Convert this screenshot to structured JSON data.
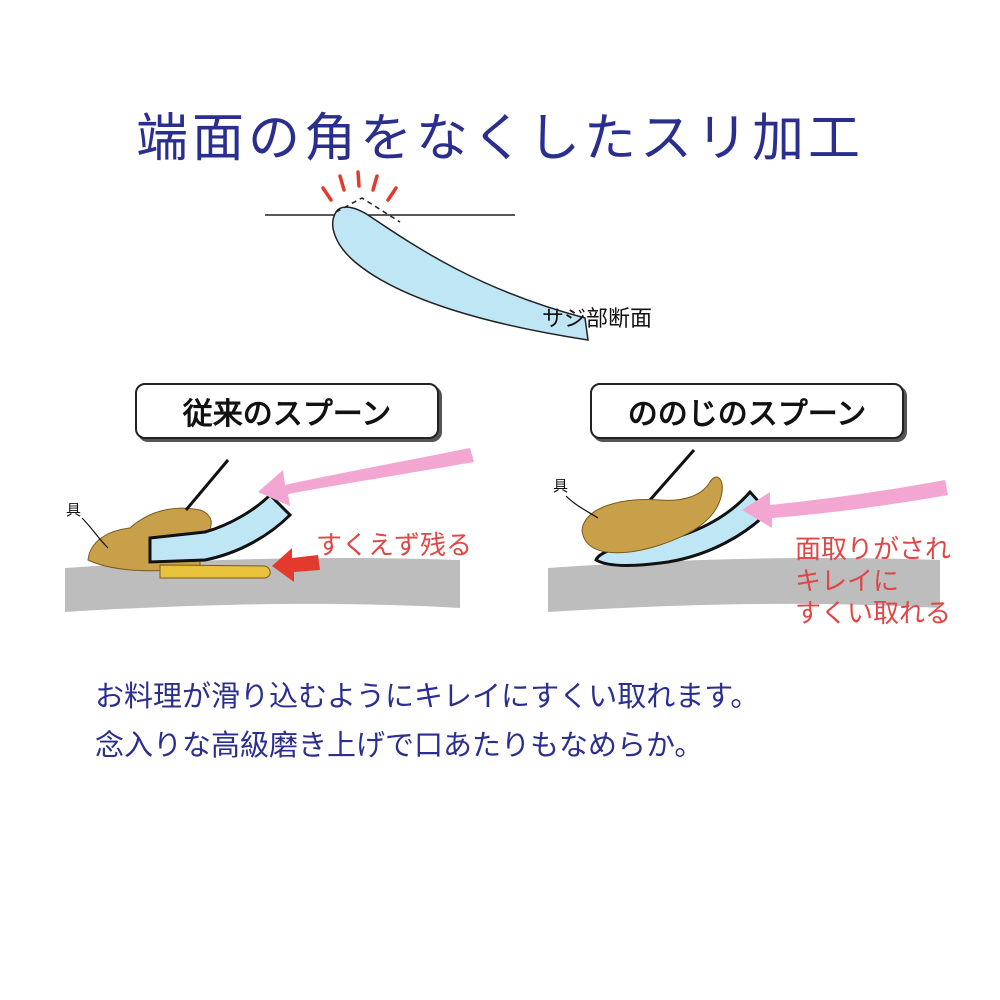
{
  "title": "端面の角をなくしたスリ加工",
  "section_caption": "サジ部断面",
  "left_panel": {
    "label": "従来のスプーン",
    "ingredient_label": "具",
    "caption": "すくえず残る"
  },
  "right_panel": {
    "label": "ののじのスプーン",
    "ingredient_label": "具",
    "caption_lines": [
      "面取りがされ",
      "キレイに",
      "すくい取れる"
    ]
  },
  "description": [
    "お料理が滑り込むようにキレイにすくい取れます。",
    "念入りな高級磨き上げで口あたりもなめらか。"
  ],
  "colors": {
    "title_blue": "#2a2f8f",
    "spoon_fill": "#bfe6f5",
    "arrow_pink": "#f4a6d2",
    "arrow_red": "#e23b2e",
    "food_gold": "#c9a04a",
    "dish_gray": "#bdbdbd",
    "caption_red": "#e04646"
  }
}
